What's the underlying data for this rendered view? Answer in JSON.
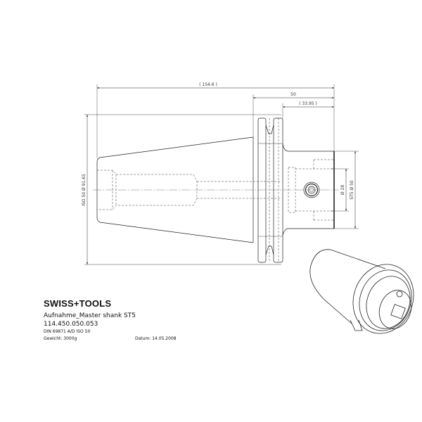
{
  "title_block": {
    "brand": "SWISS+TOOLS",
    "product_name": "Aufnahme_Master shank ST5",
    "article_number": "114.450.050.053",
    "norm": "DIN 69871 A/D ISO 50",
    "weight": "Gewicht: 3000g",
    "date": "Datum: 14.05.2008"
  },
  "dimensions": {
    "overall_length": "( 154.6 )",
    "flange_to_end": "50",
    "shank_length": "( 33.95 )",
    "taper_diameter": "ISO 50 Ø 91.65",
    "inner_diameter": "Ø 28",
    "shank_diameter": "ST5 Ø 50"
  }
}
